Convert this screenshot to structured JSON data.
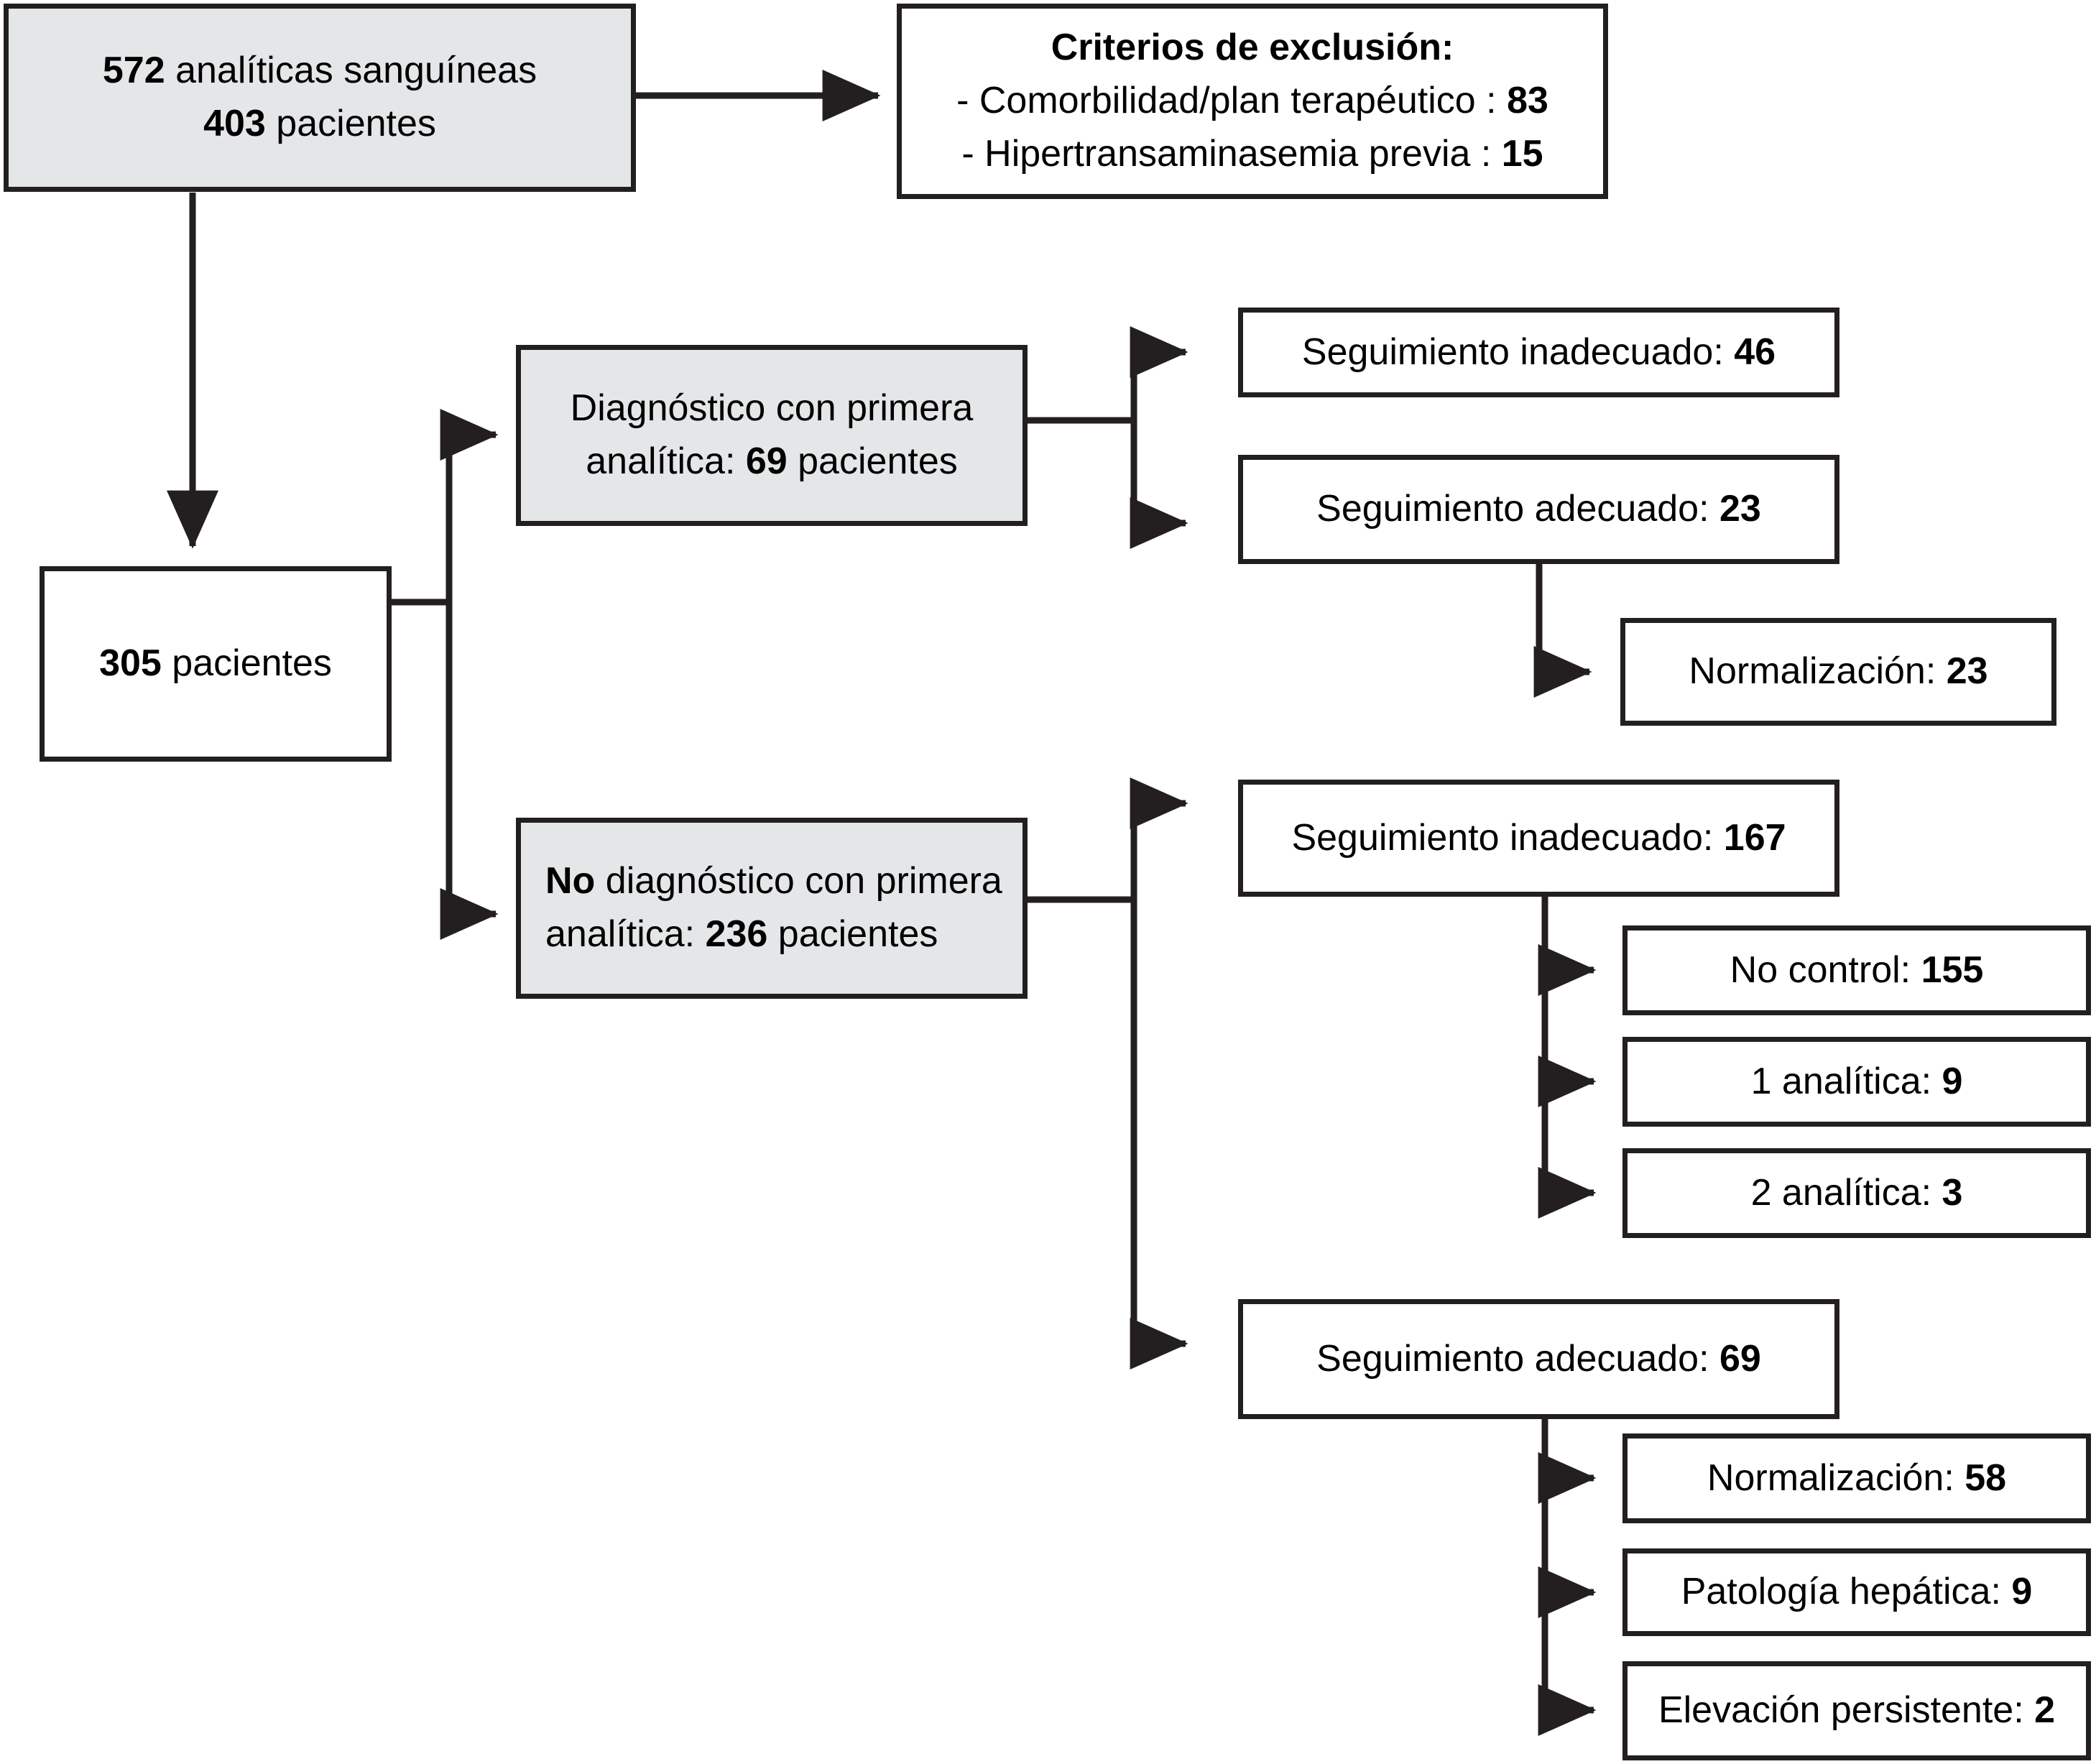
{
  "diagram": {
    "type": "flowchart",
    "language": "es",
    "colors": {
      "shaded_fill": "#e4e6e8",
      "plain_fill": "#ffffff",
      "stroke": "#231f20",
      "text": "#000000"
    },
    "nodes": {
      "source": {
        "id": "source",
        "shaded": true,
        "line1_bold": "572",
        "line1_rest": " analíticas sanguíneas",
        "line2_bold": "403",
        "line2_rest": " pacientes"
      },
      "exclusion": {
        "id": "exclusion",
        "shaded": false,
        "title": "Criterios de exclusión:",
        "item1_label": "- Comorbilidad/plan terapéutico : ",
        "item1_value": "83",
        "item2_label": "- Hipertransaminasemia previa : ",
        "item2_value": "15"
      },
      "included": {
        "id": "included",
        "shaded": false,
        "bold": "305",
        "rest": " pacientes"
      },
      "dx_first": {
        "id": "dx-first",
        "shaded": true,
        "line1": "Diagnóstico con primera",
        "line2_pre": "analítica: ",
        "line2_bold": "69",
        "line2_post": " pacientes"
      },
      "no_dx_first": {
        "id": "no-dx-first",
        "shaded": true,
        "line1_bold": "No",
        "line1_rest": " diagnóstico con primera",
        "line2_pre": "analítica: ",
        "line2_bold": "236",
        "line2_post": " pacientes"
      },
      "dx_followup_bad": {
        "id": "dx-followup-inadequate",
        "shaded": false,
        "label": "Seguimiento inadecuado: ",
        "value": "46"
      },
      "dx_followup_good": {
        "id": "dx-followup-adequate",
        "shaded": false,
        "label": "Seguimiento adecuado: ",
        "value": "23"
      },
      "dx_normalization": {
        "id": "dx-normalization",
        "shaded": false,
        "label": "Normalización: ",
        "value": "23"
      },
      "nodx_followup_bad": {
        "id": "nodx-followup-inadequate",
        "shaded": false,
        "label": "Seguimiento inadecuado: ",
        "value": "167"
      },
      "nodx_no_control": {
        "id": "nodx-no-control",
        "shaded": false,
        "label": "No control: ",
        "value": "155"
      },
      "nodx_one_test": {
        "id": "nodx-one-test",
        "shaded": false,
        "label": "1 analítica: ",
        "value": "9"
      },
      "nodx_two_tests": {
        "id": "nodx-two-tests",
        "shaded": false,
        "label": "2 analítica: ",
        "value": "3"
      },
      "nodx_followup_good": {
        "id": "nodx-followup-adequate",
        "shaded": false,
        "label": "Seguimiento adecuado: ",
        "value": "69"
      },
      "nodx_normalization": {
        "id": "nodx-normalization",
        "shaded": false,
        "label": "Normalización: ",
        "value": "58"
      },
      "nodx_liver_disease": {
        "id": "nodx-liver-disease",
        "shaded": false,
        "label": "Patología hepática: ",
        "value": "9"
      },
      "nodx_persistent": {
        "id": "nodx-persistent-elevation",
        "shaded": false,
        "label": "Elevación persistente: ",
        "value": "2"
      }
    }
  }
}
